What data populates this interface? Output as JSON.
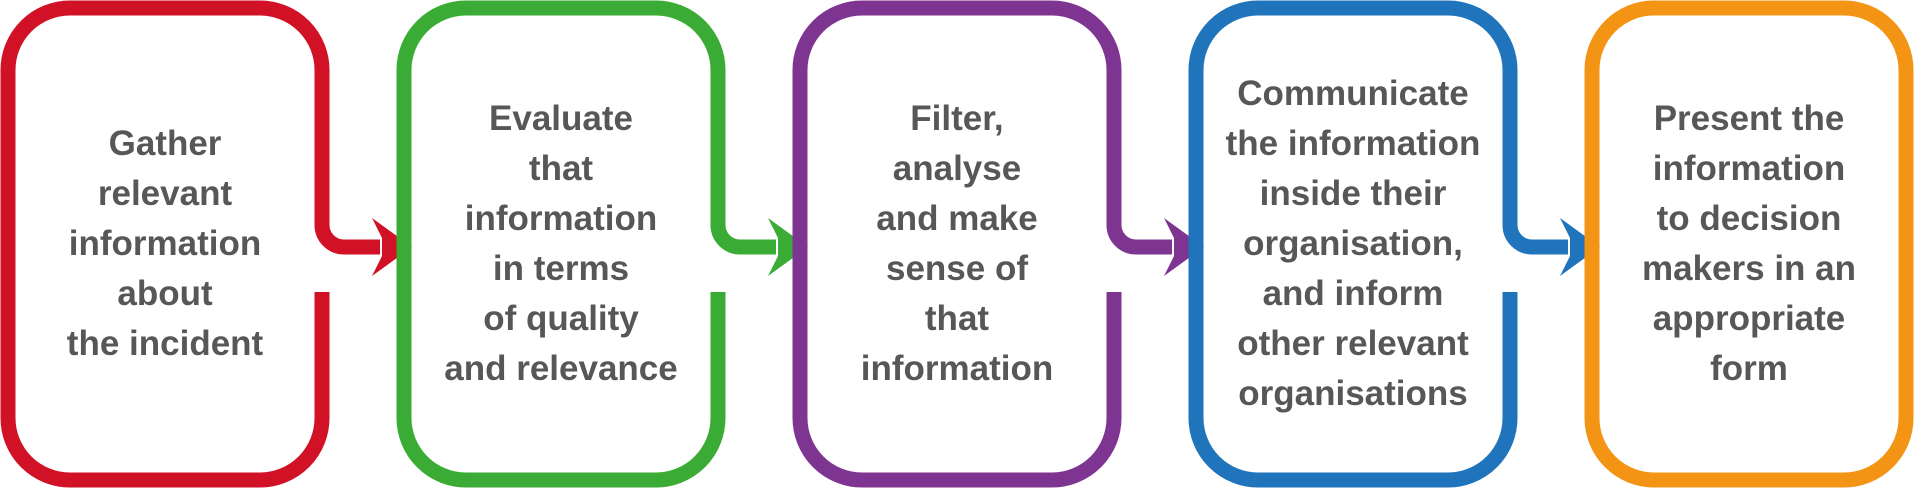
{
  "flow": {
    "steps": [
      {
        "text": "Gather\nrelevant\ninformation\nabout\nthe incident",
        "color": "#d01126"
      },
      {
        "text": "Evaluate\nthat\ninformation\nin terms\nof quality\nand relevance",
        "color": "#3aac35"
      },
      {
        "text": "Filter,\nanalyse\nand make\nsense of\nthat\ninformation",
        "color": "#7e3591"
      },
      {
        "text": "Communicate\nthe information\ninside their\norganisation,\nand inform\nother relevant\norganisations",
        "color": "#1f74bb"
      },
      {
        "text": "Present the\ninformation\nto decision\nmakers in an\nappropriate\nform",
        "color": "#f39415"
      }
    ],
    "text_color": "#575757"
  }
}
